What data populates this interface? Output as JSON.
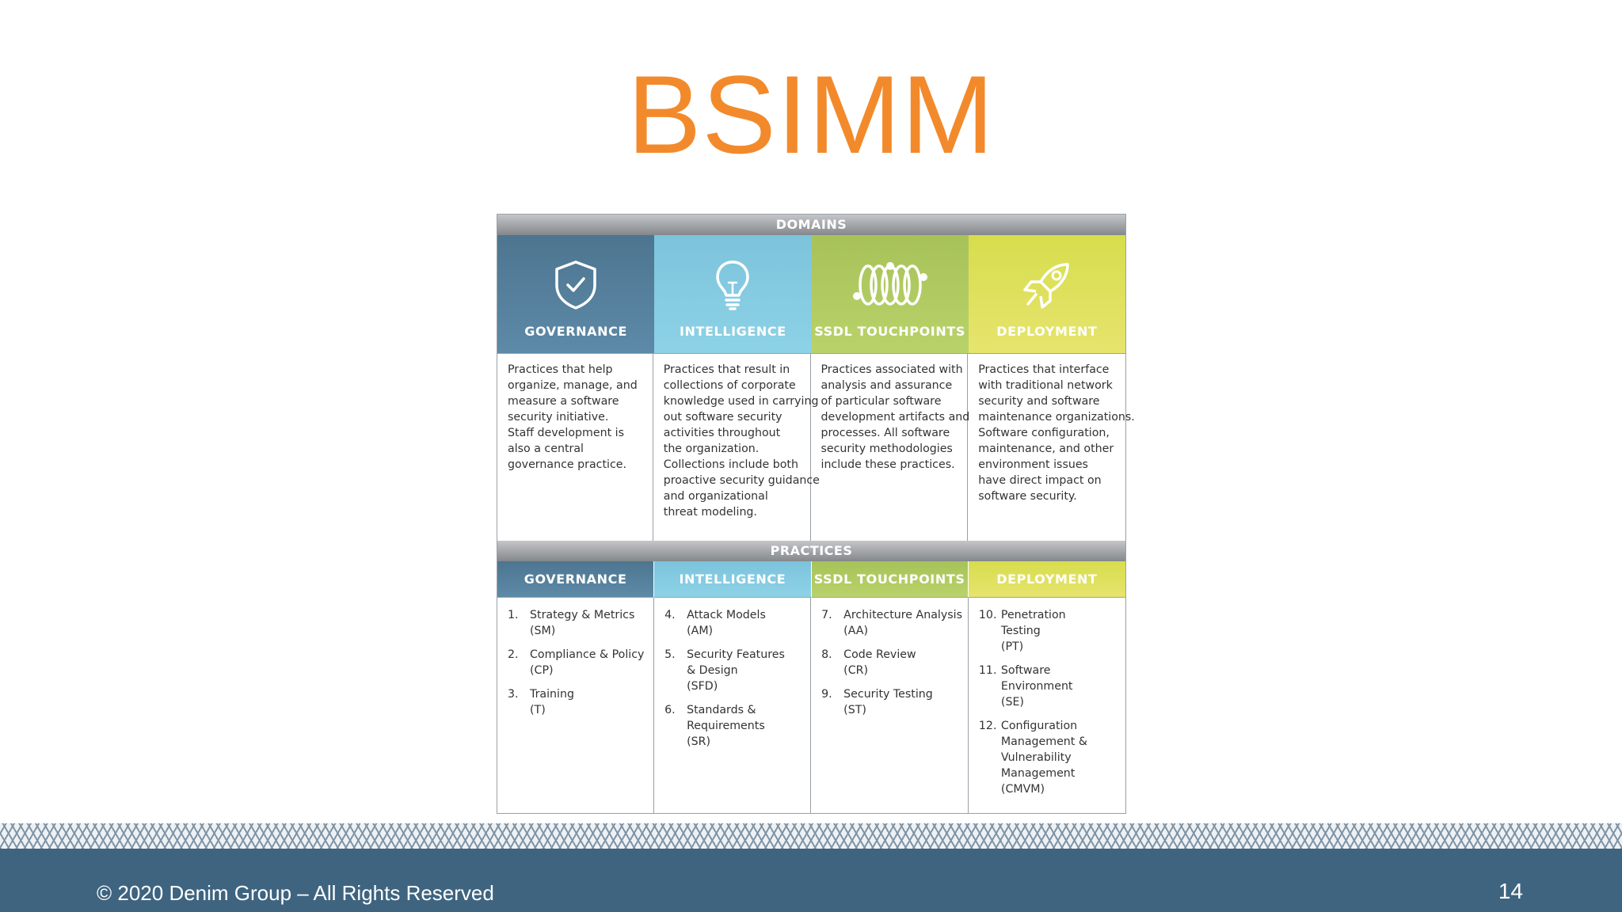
{
  "slide": {
    "title": "BSIMM",
    "copyright": "© 2020 Denim Group – All Rights Reserved",
    "page_number": "14"
  },
  "figure": {
    "domains_band": "DOMAINS",
    "practices_band": "PRACTICES",
    "domains": [
      {
        "label": "GOVERNANCE",
        "icon": "shield-check-icon",
        "color": "#5683a0",
        "description": [
          "Practices that help",
          "organize, manage, and",
          "measure a software",
          "security initiative.",
          "Staff development is",
          "also a central",
          "governance practice."
        ]
      },
      {
        "label": "INTELLIGENCE",
        "icon": "lightbulb-icon",
        "color": "#85cbe1",
        "description": [
          "Practices that result in",
          "collections of corporate",
          "knowledge used in carrying",
          "out software security",
          "activities throughout",
          "the organization.",
          "Collections include both",
          "proactive security guidance",
          "and organizational",
          "threat modeling."
        ]
      },
      {
        "label": "SSDL TOUCHPOINTS",
        "icon": "coil-icon",
        "color": "#b0ca61",
        "description": [
          "Practices associated with",
          "analysis and assurance",
          "of particular software",
          "development artifacts and",
          "processes. All software",
          "security methodologies",
          "include these practices."
        ]
      },
      {
        "label": "DEPLOYMENT",
        "icon": "rocket-icon",
        "color": "#dfe05e",
        "description": [
          "Practices that interface",
          "with traditional network",
          "security and software",
          "maintenance organizations.",
          "Software configuration,",
          "maintenance, and other",
          "environment issues",
          "have direct impact on",
          "software security."
        ]
      }
    ],
    "practices": [
      {
        "label": "GOVERNANCE",
        "items": [
          {
            "num": "1.",
            "lines": [
              "Strategy & Metrics",
              "(SM)"
            ]
          },
          {
            "num": "2.",
            "lines": [
              "Compliance & Policy",
              "(CP)"
            ]
          },
          {
            "num": "3.",
            "lines": [
              "Training",
              "(T)"
            ]
          }
        ]
      },
      {
        "label": "INTELLIGENCE",
        "items": [
          {
            "num": "4.",
            "lines": [
              "Attack Models",
              "(AM)"
            ]
          },
          {
            "num": "5.",
            "lines": [
              "Security Features",
              "& Design",
              " (SFD)"
            ]
          },
          {
            "num": "6.",
            "lines": [
              "Standards &",
              "Requirements",
              "(SR)"
            ]
          }
        ]
      },
      {
        "label": "SSDL TOUCHPOINTS",
        "items": [
          {
            "num": "7.",
            "lines": [
              "Architecture Analysis",
              "(AA)"
            ]
          },
          {
            "num": "8.",
            "lines": [
              "Code Review",
              "(CR)"
            ]
          },
          {
            "num": "9.",
            "lines": [
              "Security Testing",
              "(ST)"
            ]
          }
        ]
      },
      {
        "label": "DEPLOYMENT",
        "items": [
          {
            "num": "10.",
            "lines": [
              "Penetration",
              "Testing",
              "(PT)"
            ]
          },
          {
            "num": "11.",
            "lines": [
              "Software",
              "Environment",
              " (SE)"
            ]
          },
          {
            "num": "12.",
            "lines": [
              "Configuration",
              "Management &",
              "Vulnerability",
              "Management",
              "(CMVM)"
            ]
          }
        ]
      }
    ]
  }
}
